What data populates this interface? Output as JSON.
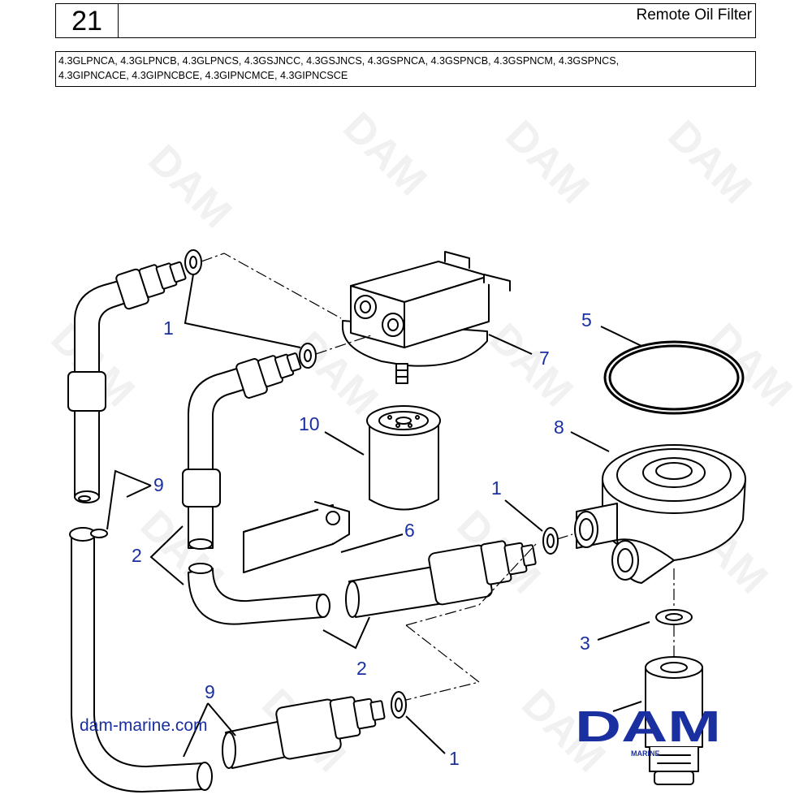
{
  "header": {
    "page_number": "21",
    "title": "Remote Oil Filter",
    "models_line1": "4.3GLPNCA, 4.3GLPNCB, 4.3GLPNCS, 4.3GSJNCC, 4.3GSJNCS, 4.3GSPNCA, 4.3GSPNCB, 4.3GSPNCM, 4.3GSPNCS,",
    "models_line2": "4.3GIPNCACE, 4.3GIPNCBCE, 4.3GIPNCMCE, 4.3GIPNCSCE"
  },
  "callouts": {
    "c1_top": "1",
    "c7": "7",
    "c5": "5",
    "c10": "10",
    "c8": "8",
    "c9_left": "9",
    "c1_mid": "1",
    "c6": "6",
    "c2_left": "2",
    "c3": "3",
    "c2_bottom": "2",
    "c9_bottom": "9",
    "c1_bottom": "1"
  },
  "watermark": "DAM",
  "website": "dam-marine.com",
  "logo": {
    "main": "DAM",
    "sub": "MARINE"
  },
  "colors": {
    "callout": "#1a2fa0",
    "line": "#000000",
    "watermark": "#f1f1f1"
  }
}
